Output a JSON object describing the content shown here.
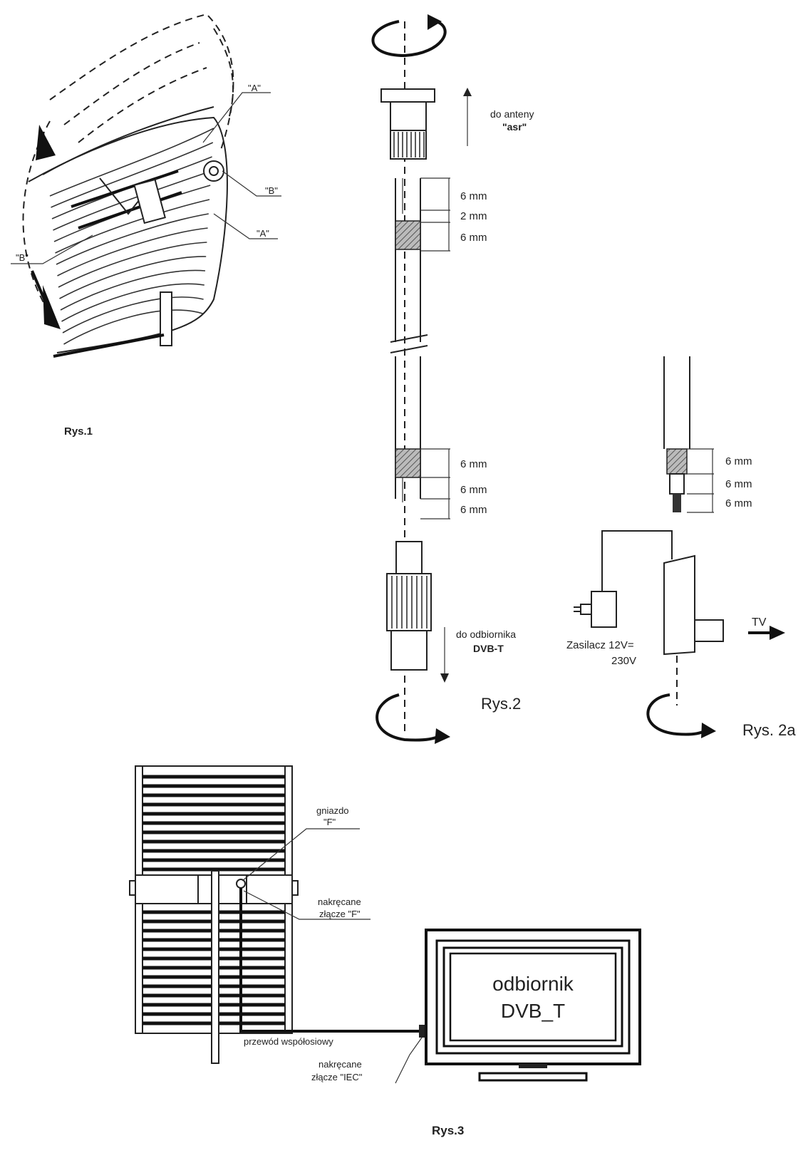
{
  "fig1": {
    "caption": "Rys.1",
    "label_a_top": "\"A\"",
    "label_b_right": "\"B\"",
    "label_a_bottom": "\"A\"",
    "label_b_left": "\"B\""
  },
  "fig2": {
    "caption": "Rys.2",
    "to_antenna_line1": "do anteny",
    "to_antenna_line2": "\"asr\"",
    "top_dims": [
      "6 mm",
      "2 mm",
      "6 mm"
    ],
    "bottom_dims": [
      "6 mm",
      "6 mm",
      "6 mm"
    ],
    "to_receiver_line1": "do odbiornika",
    "to_receiver_line2": "DVB-T"
  },
  "fig2a": {
    "caption": "Rys. 2a",
    "dims": [
      "6 mm",
      "6 mm",
      "6 mm"
    ],
    "power_line1": "Zasilacz 12V=",
    "power_line2": "230V",
    "tv_label": "TV"
  },
  "fig3": {
    "caption": "Rys.3",
    "socket_line1": "gniazdo",
    "socket_line2": "\"F\"",
    "screw_f_line1": "nakręcane",
    "screw_f_line2": "złącze \"F\"",
    "cable_label": "przewód współosiowy",
    "screw_iec_line1": "nakręcane",
    "screw_iec_line2": "złącze \"IEC\"",
    "receiver_line1": "odbiornik",
    "receiver_line2": "DVB_T"
  }
}
